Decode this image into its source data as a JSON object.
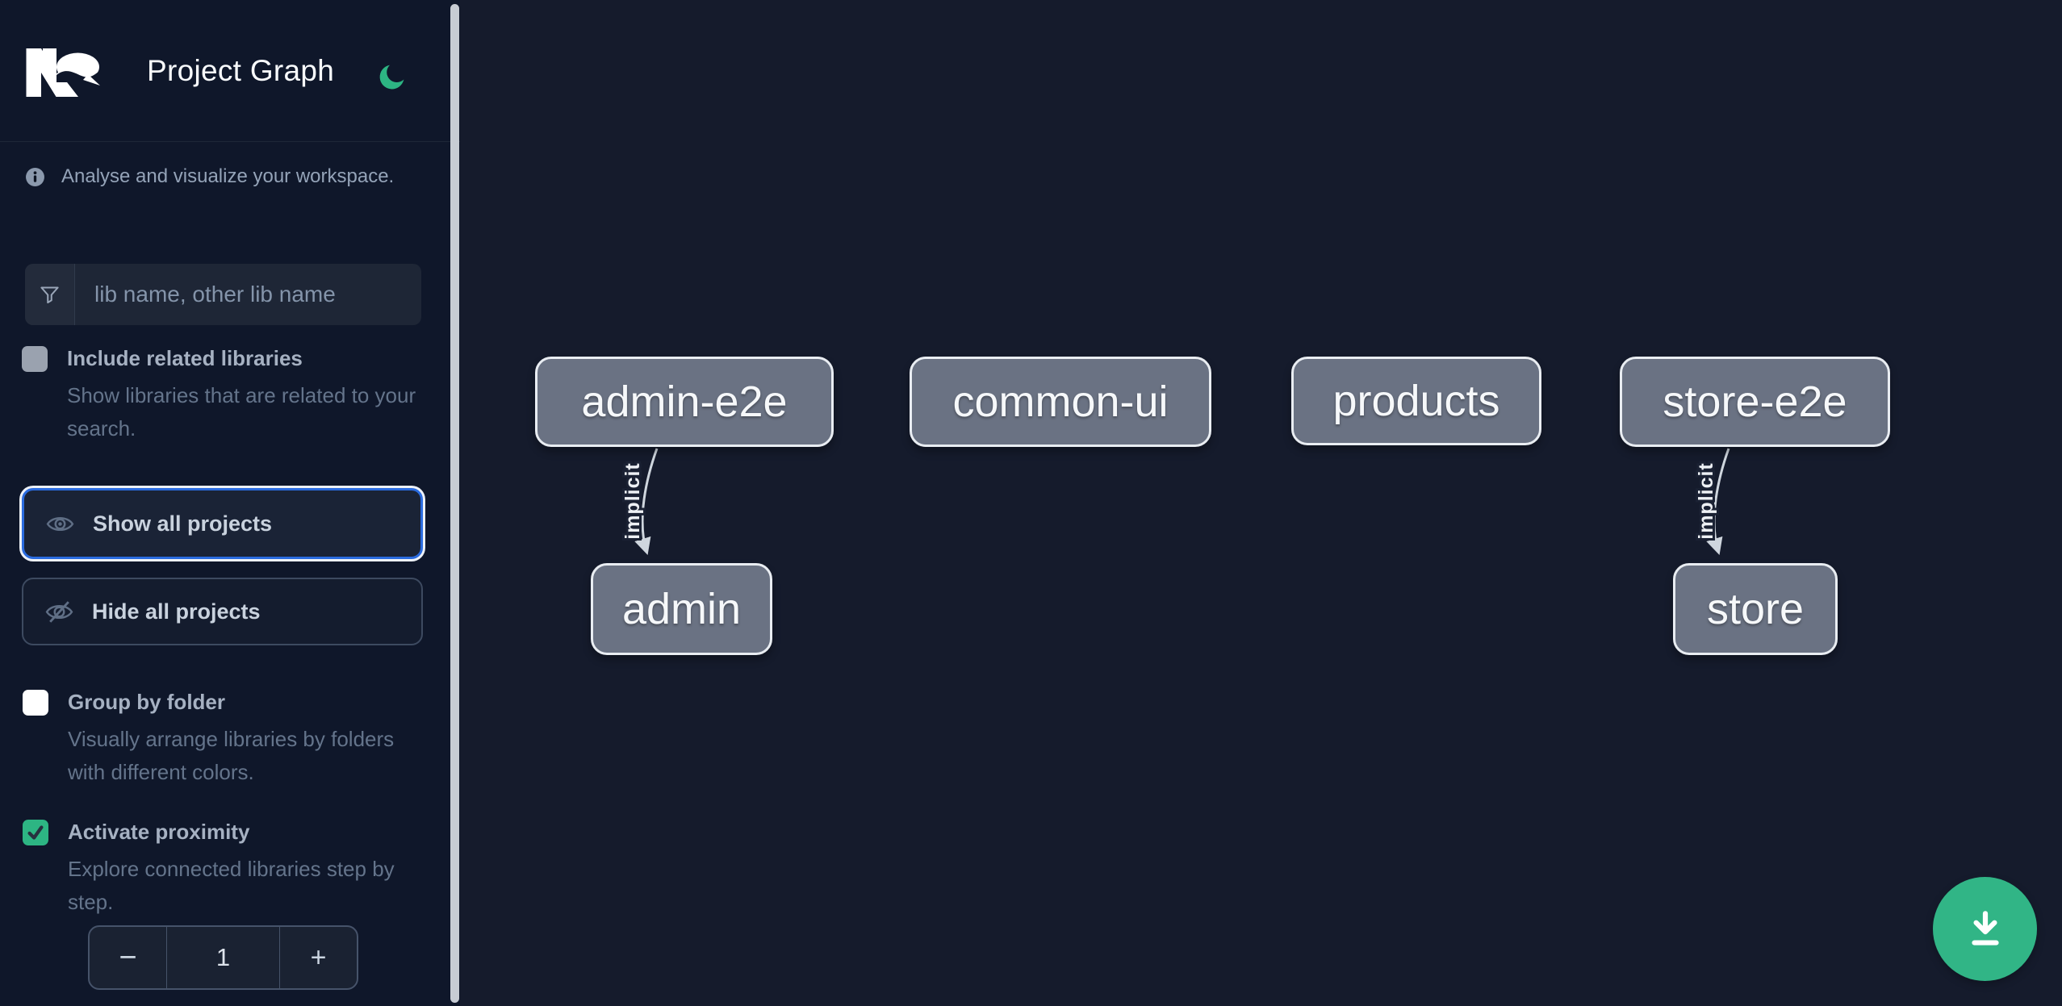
{
  "header": {
    "title": "Project Graph",
    "logo": "nx-logo",
    "theme_toggle_icon": "moon-icon"
  },
  "sidebar": {
    "tagline": "Analyse and visualize your workspace.",
    "search_placeholder": "lib name, other lib name",
    "include_related": {
      "label": "Include related libraries",
      "description": "Show libraries that are related to your search.",
      "checked": false
    },
    "show_all_label": "Show all projects",
    "hide_all_label": "Hide all projects",
    "group_by_folder": {
      "label": "Group by folder",
      "description": "Visually arrange libraries by folders with different colors.",
      "checked": false
    },
    "activate_proximity": {
      "label": "Activate proximity",
      "description": "Explore connected libraries step by step.",
      "checked": true
    },
    "proximity_stepper": {
      "decrement": "−",
      "value": "1",
      "increment": "+"
    }
  },
  "graph": {
    "nodes": [
      {
        "id": "admin-e2e",
        "label": "admin-e2e"
      },
      {
        "id": "common-ui",
        "label": "common-ui"
      },
      {
        "id": "products",
        "label": "products"
      },
      {
        "id": "store-e2e",
        "label": "store-e2e"
      },
      {
        "id": "admin",
        "label": "admin"
      },
      {
        "id": "store",
        "label": "store"
      }
    ],
    "edges": [
      {
        "from": "admin-e2e",
        "to": "admin",
        "label": "implicit"
      },
      {
        "from": "store-e2e",
        "to": "store",
        "label": "implicit"
      }
    ]
  },
  "fab": {
    "action": "save-graph-image"
  },
  "colors": {
    "accent_green": "#2db583",
    "focus_blue": "#2a6bdf",
    "node_fill": "#6a7283",
    "sidebar_bg": "#0f172a",
    "canvas_bg": "#151b2c"
  }
}
